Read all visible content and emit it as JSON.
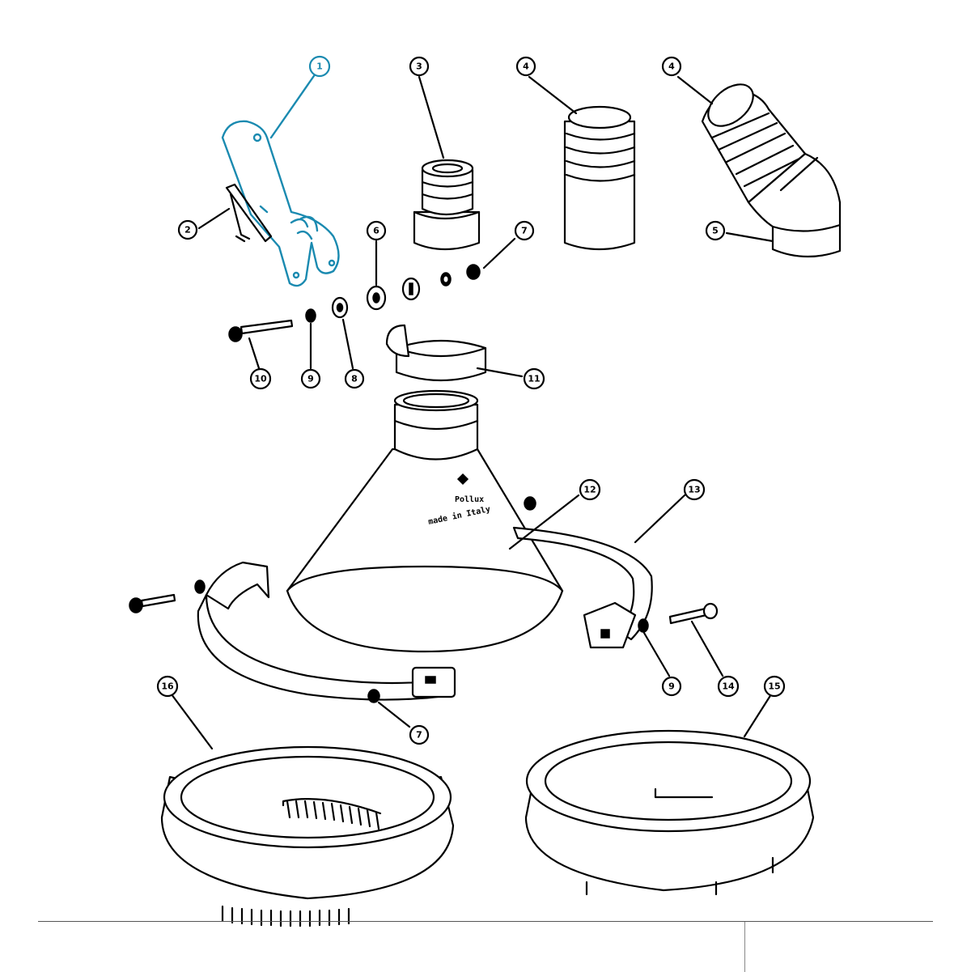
{
  "diagram": {
    "brand_text": "Pollux",
    "made_in_text": "made in Italy"
  },
  "callouts": [
    {
      "id": "c1",
      "label": "1",
      "highlight": true
    },
    {
      "id": "c3",
      "label": "3"
    },
    {
      "id": "c4a",
      "label": "4"
    },
    {
      "id": "c4b",
      "label": "4"
    },
    {
      "id": "c2",
      "label": "2"
    },
    {
      "id": "c6",
      "label": "6"
    },
    {
      "id": "c7a",
      "label": "7"
    },
    {
      "id": "c5",
      "label": "5"
    },
    {
      "id": "c10",
      "label": "10"
    },
    {
      "id": "c9a",
      "label": "9"
    },
    {
      "id": "c8",
      "label": "8"
    },
    {
      "id": "c11",
      "label": "11"
    },
    {
      "id": "c12",
      "label": "12"
    },
    {
      "id": "c13",
      "label": "13"
    },
    {
      "id": "c16",
      "label": "16"
    },
    {
      "id": "c9b",
      "label": "9"
    },
    {
      "id": "c14",
      "label": "14"
    },
    {
      "id": "c15",
      "label": "15"
    },
    {
      "id": "c7b",
      "label": "7"
    }
  ],
  "colors": {
    "highlight": "#1a8ab0",
    "line": "#000000",
    "background": "#ffffff"
  }
}
